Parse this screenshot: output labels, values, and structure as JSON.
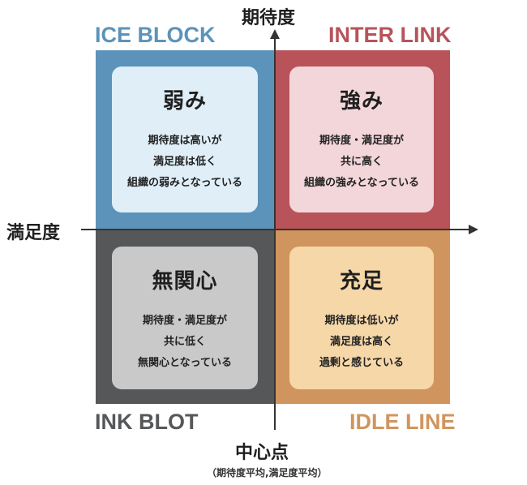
{
  "axes": {
    "vertical_label": "期待度",
    "horizontal_label": "満足度",
    "center_label": "中心点",
    "center_sublabel": "（期待度平均,満足度平均）"
  },
  "quadrants": {
    "top_left": {
      "name": "ICE BLOCK",
      "title": "弱み",
      "lines": [
        "期待度は高いが",
        "満足度は低く",
        "組織の弱みとなっている"
      ],
      "color": "#5b93ba"
    },
    "top_right": {
      "name": "INTER LINK",
      "title": "強み",
      "lines": [
        "期待度・満足度が",
        "共に高く",
        "組織の強みとなっている"
      ],
      "color": "#b8535a"
    },
    "bottom_left": {
      "name": "INK BLOT",
      "title": "無関心",
      "lines": [
        "期待度・満足度が",
        "共に低く",
        "無関心となっている"
      ],
      "color": "#555758"
    },
    "bottom_right": {
      "name": "IDLE LINE",
      "title": "充足",
      "lines": [
        "期待度は低いが",
        "満足度は高く",
        "過剰と感じている"
      ],
      "color": "#d0955e"
    }
  }
}
